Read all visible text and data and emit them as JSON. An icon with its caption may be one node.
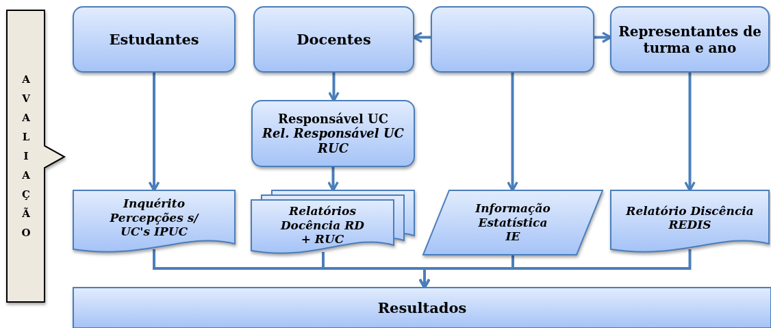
{
  "diagram": {
    "nodes": [
      {
        "text": [
          "AVALIAÇÃO"
        ]
      },
      {
        "text": [
          "Estudantes"
        ]
      },
      {
        "text": [
          "Docentes"
        ]
      },
      {
        "text": [],
        "shape": "box"
      },
      {
        "text": [
          "Representantes de turma e ano"
        ]
      },
      {
        "text": [
          "Responsável UC",
          "Rel. Responsável UC RUC"
        ]
      },
      {
        "text": [
          "Inquérito Percepções s/ UC's IPUC"
        ]
      },
      {
        "text": [
          "Relatórios Docência RD + RUC"
        ]
      },
      {
        "text": [
          "Informação Estatística IE"
        ]
      },
      {
        "text": [
          "Relatório Discência REDIS"
        ]
      },
      {
        "text": [
          "Resultados"
        ]
      }
    ],
    "edges": [
      {
        "from": 1,
        "to": 6,
        "arrow": "to"
      },
      {
        "from": 2,
        "to": 5,
        "arrow": "to"
      },
      {
        "from": 3,
        "to": 2,
        "arrow": "to"
      },
      {
        "from": 3,
        "to": 4,
        "arrow": "to"
      },
      {
        "from": 3,
        "to": 8,
        "arrow": "to"
      },
      {
        "from": 4,
        "to": 9,
        "arrow": "to"
      },
      {
        "from": 5,
        "to": 7,
        "arrow": "to"
      },
      {
        "from": 6,
        "to": 10,
        "arrow": "to"
      },
      {
        "from": 7,
        "to": 10,
        "arrow": "to"
      },
      {
        "from": 8,
        "to": 10,
        "arrow": "to"
      },
      {
        "from": 9,
        "to": 10,
        "arrow": "to"
      }
    ]
  }
}
